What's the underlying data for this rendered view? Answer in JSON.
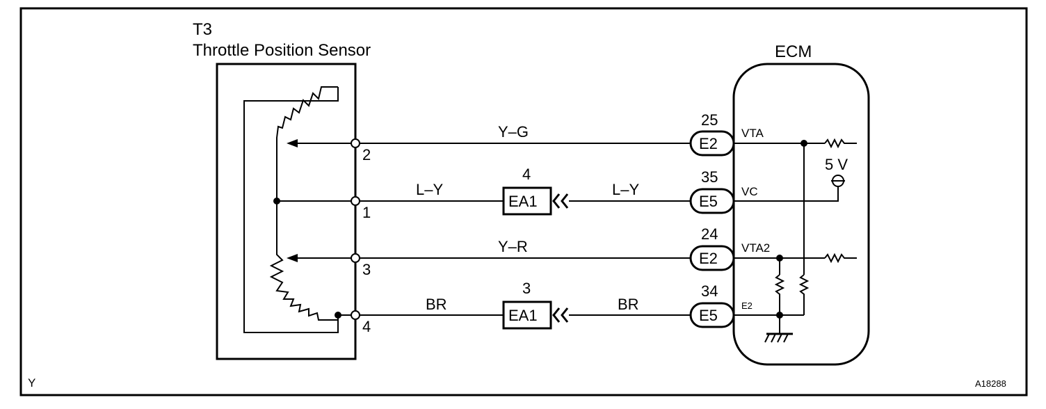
{
  "sensor": {
    "code": "T3",
    "name": "Throttle Position Sensor",
    "terminals": [
      "2",
      "1",
      "3",
      "4"
    ]
  },
  "ecm": {
    "title": "ECM",
    "supply": "5 V",
    "pins": [
      {
        "number": "25",
        "connector": "E2",
        "signal": "VTA"
      },
      {
        "number": "35",
        "connector": "E5",
        "signal": "VC"
      },
      {
        "number": "24",
        "connector": "E2",
        "signal": "VTA2"
      },
      {
        "number": "34",
        "connector": "E5",
        "signal": "E2"
      }
    ]
  },
  "wires": {
    "vta": "Y–G",
    "vc_left": "L–Y",
    "vc_right": "L–Y",
    "vta2": "Y–R",
    "e2_left": "BR",
    "e2_right": "BR"
  },
  "junctions": [
    {
      "number": "4",
      "label": "EA1"
    },
    {
      "number": "3",
      "label": "EA1"
    }
  ],
  "footer": {
    "left": "Y",
    "code": "A18288"
  }
}
